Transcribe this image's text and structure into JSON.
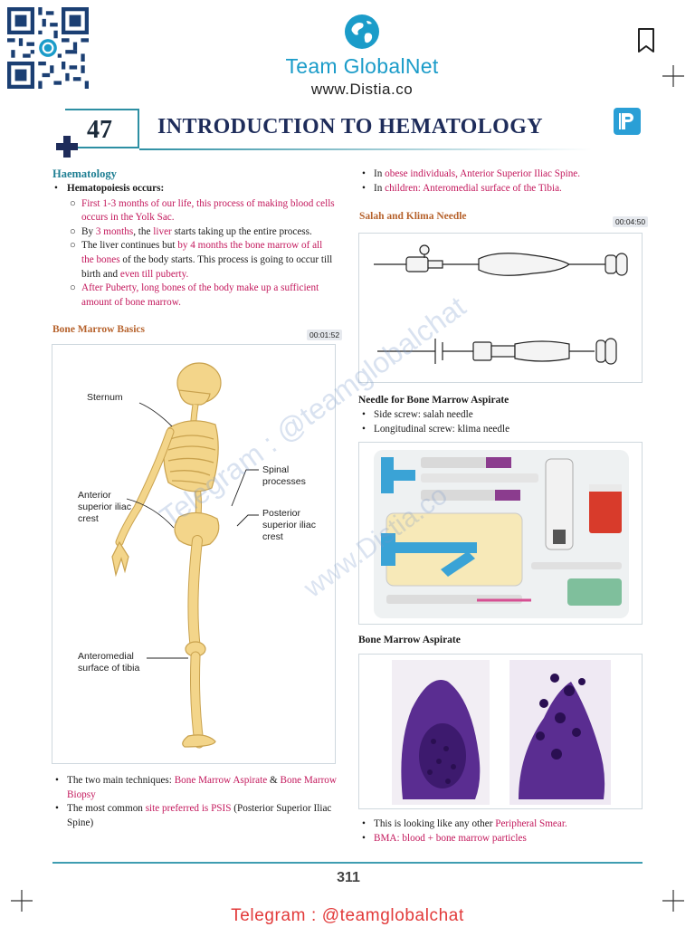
{
  "header": {
    "brand_name": "Team GlobalNet",
    "brand_url": "www.Distia.co"
  },
  "chapter": {
    "number": "47",
    "title": "INTRODUCTION TO HEMATOLOGY"
  },
  "left": {
    "heading": "Haematology",
    "subheading": "Hematopoiesis occurs:",
    "items": [
      {
        "parts": [
          {
            "t": "First 1-3 months of our life, this process of making blood cells occurs in the Yolk Sac.",
            "hl": true
          }
        ]
      },
      {
        "parts": [
          {
            "t": "By ",
            "hl": false
          },
          {
            "t": "3 months",
            "hl": true
          },
          {
            "t": ", the ",
            "hl": false
          },
          {
            "t": "liver",
            "hl": true
          },
          {
            "t": " starts taking up the entire process.",
            "hl": false
          }
        ]
      },
      {
        "parts": [
          {
            "t": "The liver continues but ",
            "hl": false
          },
          {
            "t": "by 4 months the bone marrow of all the bones",
            "hl": true
          },
          {
            "t": " of the body starts. This process is going to occur till birth and ",
            "hl": false
          },
          {
            "t": "even till puberty.",
            "hl": true
          }
        ]
      },
      {
        "parts": [
          {
            "t": "After Puberty, long bones of the body make up a sufficient amount of bone marrow.",
            "hl": true
          }
        ]
      }
    ],
    "section": "Bone Marrow Basics",
    "section_time": "00:01:52",
    "skeleton_labels": {
      "sternum": "Sternum",
      "spinal": "Spinal processes",
      "asic": "Anterior superior iliac crest",
      "psic": "Posterior superior iliac crest",
      "tibia": "Anteromedial surface of tibia"
    },
    "bullets": [
      {
        "parts": [
          {
            "t": "The two main techniques: ",
            "hl": false
          },
          {
            "t": "Bone Marrow Aspirate",
            "hl": true
          },
          {
            "t": " & ",
            "hl": false
          },
          {
            "t": "Bone Marrow Biopsy",
            "hl": true
          }
        ]
      },
      {
        "parts": [
          {
            "t": "The most common ",
            "hl": false
          },
          {
            "t": "site preferred is PSIS",
            "hl": true
          },
          {
            "t": " (Posterior Superior Iliac Spine)",
            "hl": false
          }
        ]
      }
    ]
  },
  "right": {
    "top_bullets": [
      {
        "parts": [
          {
            "t": "In ",
            "hl": false
          },
          {
            "t": "obese individuals, Anterior Superior Iliac Spine.",
            "hl": true
          }
        ]
      },
      {
        "parts": [
          {
            "t": "In ",
            "hl": false
          },
          {
            "t": "children: Anteromedial surface of the Tibia.",
            "hl": true
          }
        ]
      }
    ],
    "section": "Salah and Klima Needle",
    "section_time": "00:04:50",
    "needle_heading": "Needle for Bone Marrow Aspirate",
    "needle_items": [
      "Side screw: salah needle",
      "Longitudinal screw: klima needle"
    ],
    "aspirate_heading": "Bone Marrow Aspirate",
    "aspirate_items": [
      {
        "parts": [
          {
            "t": "This is looking like any other ",
            "hl": false
          },
          {
            "t": "Peripheral Smear.",
            "hl": true
          }
        ]
      },
      {
        "parts": [
          {
            "t": "BMA: blood + bone marrow particles",
            "hl": true
          }
        ]
      }
    ]
  },
  "footer": {
    "page_number": "311",
    "telegram": "Telegram : @teamglobalchat"
  },
  "watermark": {
    "line1": "Telegram : @teamglobalchat",
    "line2": "www.Distia.co"
  },
  "colors": {
    "highlight": "#c3185c",
    "teal": "#1f7f93",
    "brand": "#1b9cc9"
  }
}
